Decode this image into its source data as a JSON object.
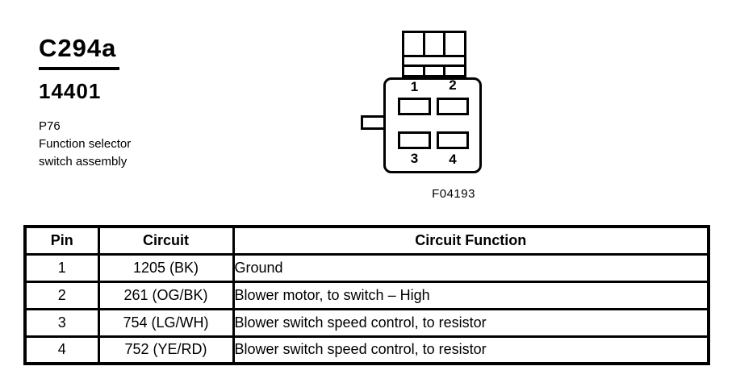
{
  "document": {
    "connector_id": "C294a",
    "part_number": "14401",
    "component_lines": [
      "P76",
      "Function selector",
      "switch assembly"
    ],
    "figure_id": "F04193"
  },
  "diagram": {
    "pin_labels": [
      "1",
      "2",
      "3",
      "4"
    ]
  },
  "pin_table": {
    "columns": [
      "Pin",
      "Circuit",
      "Circuit Function"
    ],
    "rows": [
      {
        "pin": "1",
        "circuit": "1205 (BK)",
        "function": "Ground"
      },
      {
        "pin": "2",
        "circuit": "261 (OG/BK)",
        "function": "Blower motor, to switch – High"
      },
      {
        "pin": "3",
        "circuit": "754 (LG/WH)",
        "function": "Blower switch speed control, to resistor"
      },
      {
        "pin": "4",
        "circuit": "752 (YE/RD)",
        "function": "Blower switch speed control, to resistor"
      }
    ]
  },
  "colors": {
    "ink": "#000000",
    "paper": "#ffffff"
  }
}
